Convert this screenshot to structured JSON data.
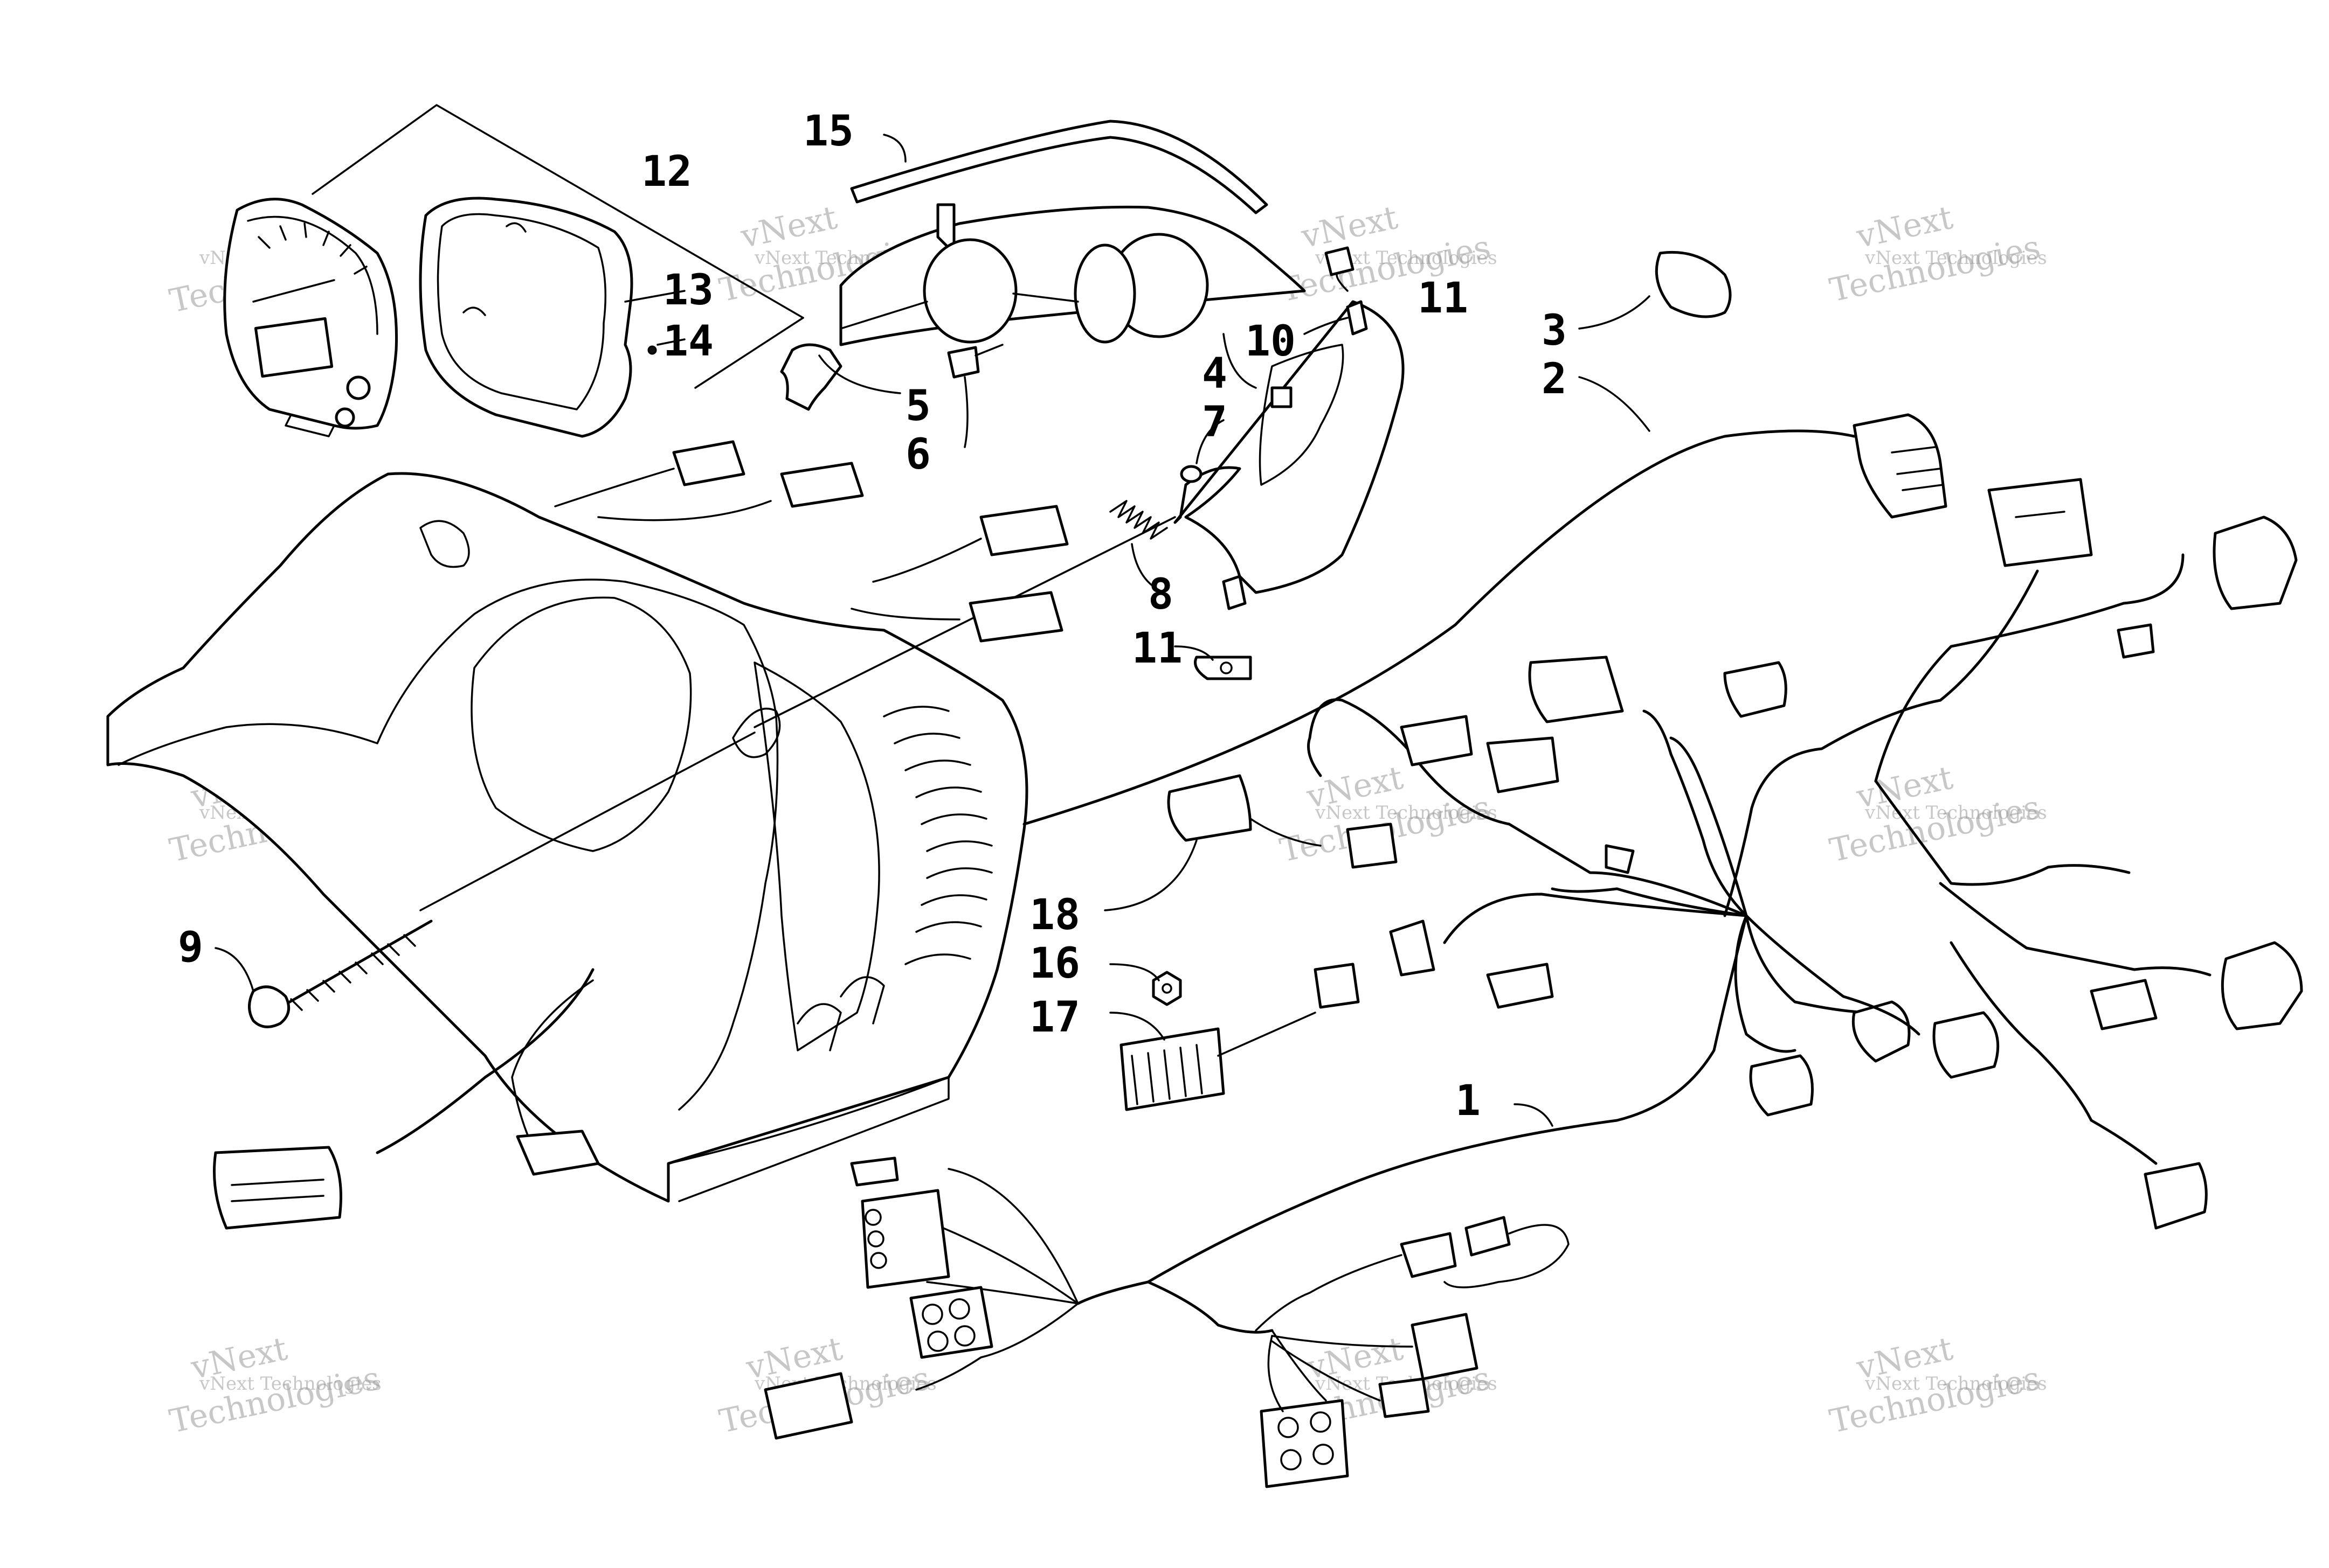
{
  "watermark": {
    "line1": "vNext Technologies",
    "line2": "vNext",
    "line3": "Technologies"
  },
  "callouts": [
    {
      "id": "c1",
      "label": "1"
    },
    {
      "id": "c2",
      "label": "2"
    },
    {
      "id": "c3",
      "label": "3"
    },
    {
      "id": "c4",
      "label": "4"
    },
    {
      "id": "c5",
      "label": "5"
    },
    {
      "id": "c6",
      "label": "6"
    },
    {
      "id": "c7",
      "label": "7"
    },
    {
      "id": "c8",
      "label": "8"
    },
    {
      "id": "c9",
      "label": "9"
    },
    {
      "id": "c10",
      "label": "10"
    },
    {
      "id": "c11a",
      "label": "11"
    },
    {
      "id": "c11b",
      "label": "11"
    },
    {
      "id": "c12",
      "label": "12"
    },
    {
      "id": "c13",
      "label": "13"
    },
    {
      "id": "c14",
      "label": "14"
    },
    {
      "id": "c15",
      "label": "15"
    },
    {
      "id": "c16",
      "label": "16"
    },
    {
      "id": "c17",
      "label": "17"
    },
    {
      "id": "c18",
      "label": "18"
    }
  ]
}
